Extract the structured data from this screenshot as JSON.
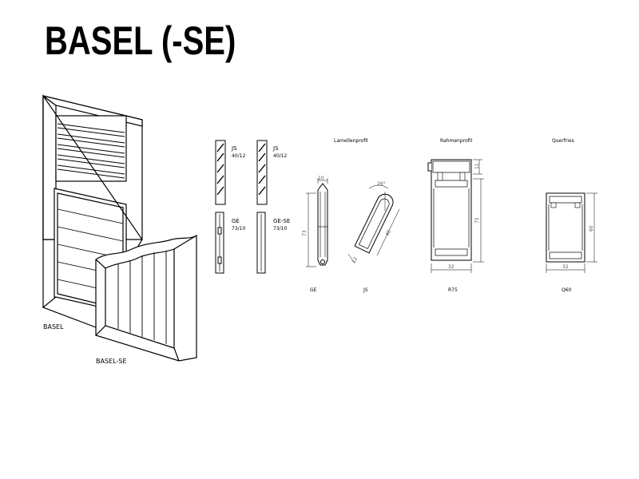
{
  "title": "BASEL (-SE)",
  "shutters": {
    "basel_label": "BASEL",
    "basel_se_label": "BASEL-SE"
  },
  "slats": {
    "js_left_code": "JS",
    "js_left_dim": "40/12",
    "js_right_code": "JS",
    "js_right_dim": "40/12",
    "ge_code": "GE",
    "ge_dim": "73/10",
    "gese_code": "GE-SE",
    "gese_dim": "73/10"
  },
  "profiles": {
    "lamellenprofil": {
      "heading": "Lamellenprofil",
      "ge_caption": "GE",
      "js_caption": "JS",
      "ge_width": "10",
      "ge_height": "73",
      "js_angle": "26°",
      "js_length": "40",
      "js_thickness": "12"
    },
    "rahmenprofil": {
      "heading": "Rahmenprofil",
      "caption": "R75",
      "top_dim": "11",
      "height": "75",
      "width": "32"
    },
    "querfries": {
      "heading": "Querfries",
      "caption": "Q60",
      "height": "60",
      "width": "32"
    }
  }
}
